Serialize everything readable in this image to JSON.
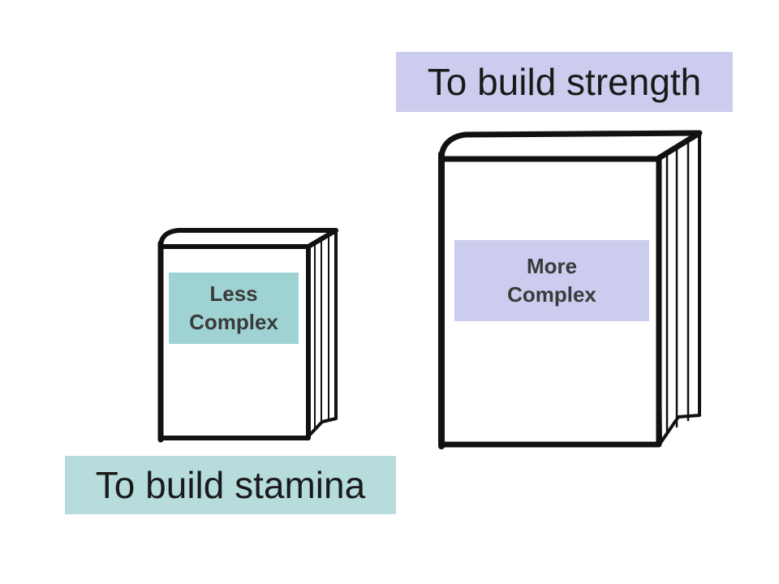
{
  "labels": {
    "strength": "To build strength",
    "stamina": "To build stamina",
    "less_complex": [
      "Less",
      "Complex"
    ],
    "more_complex": [
      "More",
      "Complex"
    ]
  },
  "colors": {
    "strength_bg": "#ccccee",
    "stamina_bg": "#b6dcdc",
    "less_complex_bg": "#9fd3d3",
    "more_complex_bg": "#ccccee",
    "book_outline": "#111111"
  },
  "icons": {
    "small_book": "book-icon",
    "large_book": "book-icon"
  }
}
